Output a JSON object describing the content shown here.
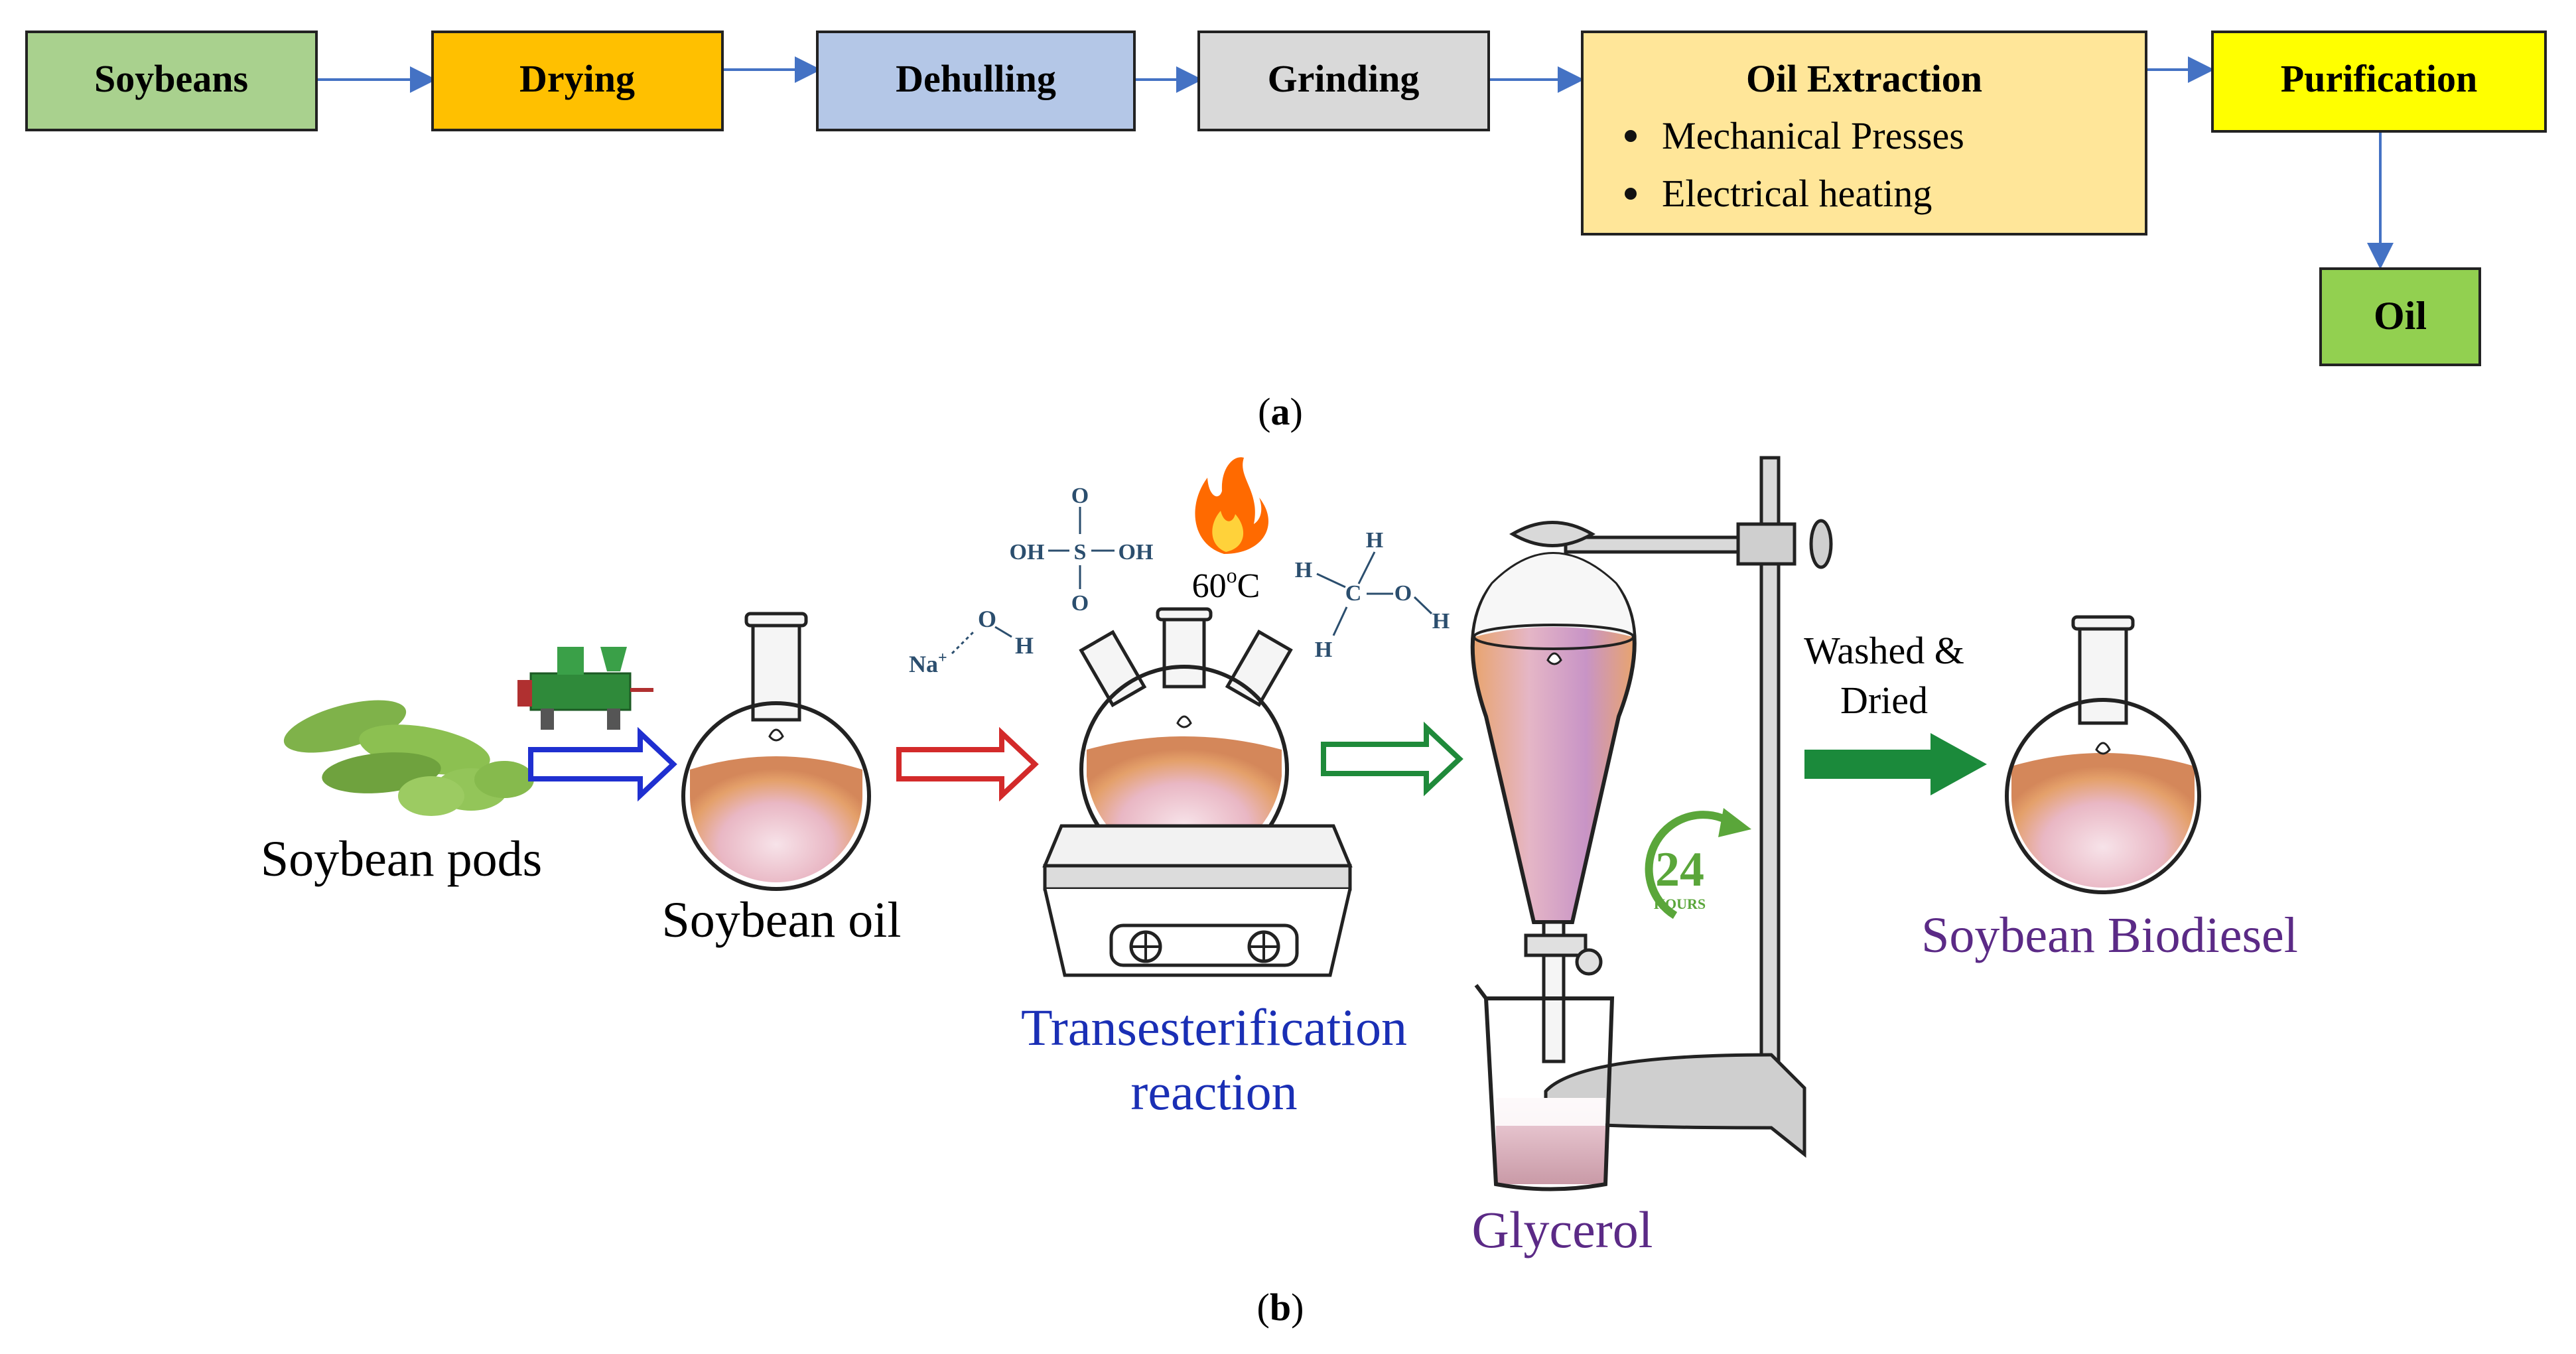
{
  "panel_a": {
    "label_a": "(a)",
    "steps": {
      "soybeans": "Soybeans",
      "drying": "Drying",
      "dehulling": "Dehulling",
      "grinding": "Grinding",
      "oil_extraction": "Oil Extraction",
      "purification": "Purification",
      "oil": "Oil"
    },
    "extraction_bullets": [
      "Mechanical Presses",
      "Electrical heating"
    ],
    "colors": {
      "soybeans": "#a9d18e",
      "drying": "#ffc000",
      "dehulling": "#b4c7e7",
      "grinding": "#d9d9d9",
      "oil_extraction": "#ffe699",
      "purification": "#ffff00",
      "oil": "#92d050",
      "arrow": "#4472c4"
    }
  },
  "panel_b": {
    "label_b": "(b)",
    "soybean_pods": "Soybean pods",
    "soybean_oil": "Soybean oil",
    "transesterification_line1": "Transesterification",
    "transesterification_line2": "reaction",
    "glycerol": "Glycerol",
    "washed_line1": "Washed &",
    "washed_line2": "Dried",
    "soybean_biodiesel": "Soybean Biodiesel",
    "temperature": "60°C",
    "hours_number": "24",
    "hours_label": "HOURS",
    "sulfuric_acid": {
      "oh_left": "OH",
      "s": "S",
      "oh_right": "OH",
      "o_top": "O",
      "o_bottom": "O"
    },
    "naoh": {
      "na": "Na+",
      "o": "O",
      "h": "H"
    },
    "methanol": {
      "h_top": "H",
      "h_left": "H",
      "c": "C",
      "o": "O",
      "h_right": "H",
      "h_bottom": "H"
    },
    "colors": {
      "blue_label": "#1a2fb5",
      "purple_label": "#5b2a86",
      "arrow_blue": "#1f2fd0",
      "arrow_red": "#d32a2a",
      "arrow_green": "#1f8a3a",
      "arrow_washed": "#1b8a3b",
      "chem": "#2b4e6e",
      "liquid": "#e8a46e",
      "hours_green": "#5aa63a"
    }
  }
}
